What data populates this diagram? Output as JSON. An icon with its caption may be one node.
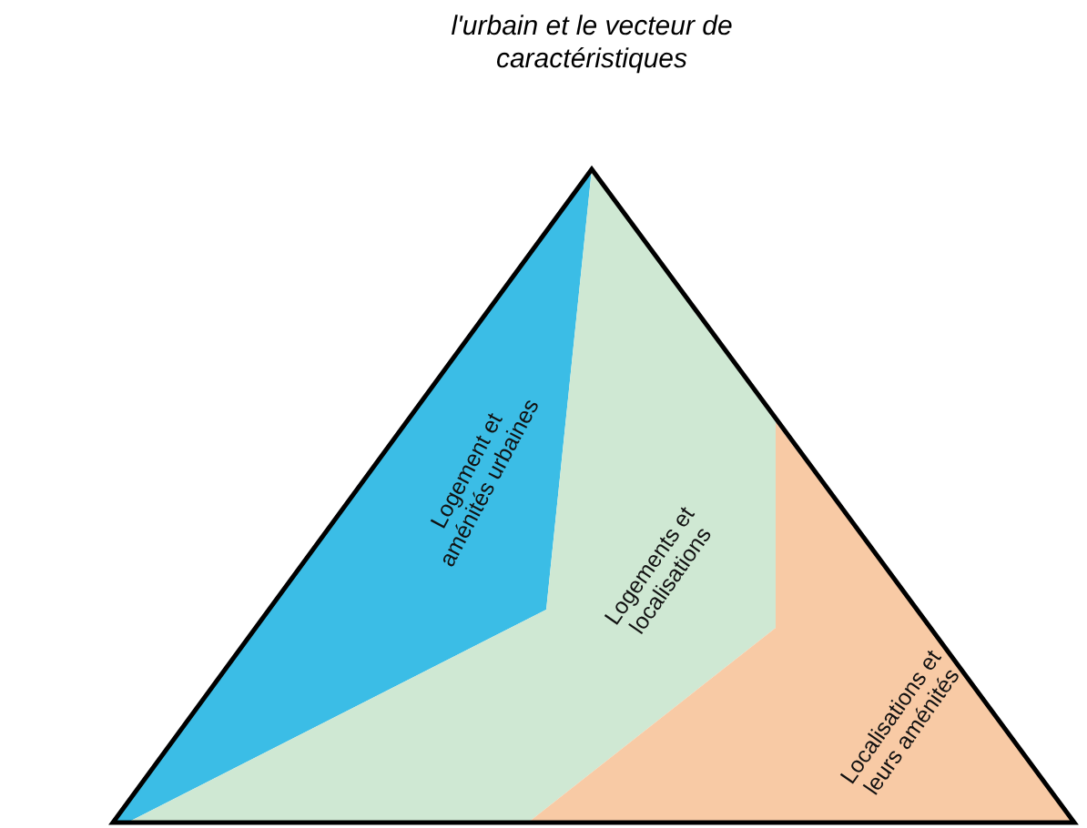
{
  "diagram": {
    "nodes": [
      {
        "text": [
          "Logement et aménités urbaines"
        ]
      },
      {
        "text": [
          "Logements et localisations"
        ]
      },
      {
        "text": [
          "Localisations et leurs aménités"
        ]
      }
    ],
    "labels": [
      "l'urbain et le vecteur de caractéristiques"
    ]
  }
}
